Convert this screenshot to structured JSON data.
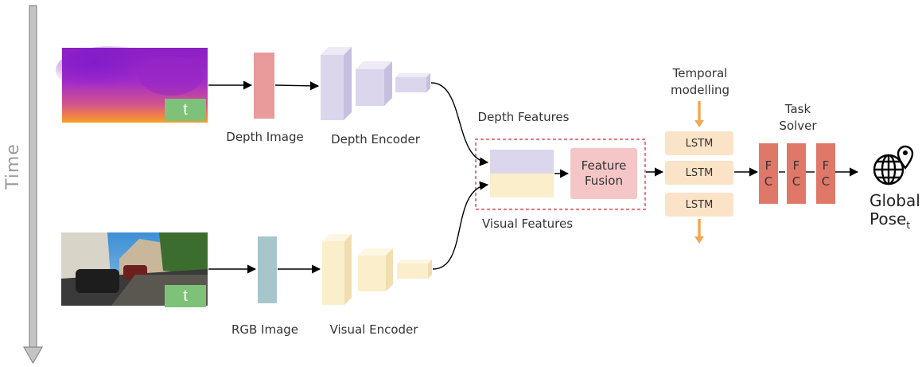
{
  "axis": {
    "label": "Time"
  },
  "depth_branch": {
    "frame_badge": "t",
    "image_label": "Depth Image",
    "encoder_label": "Depth Encoder",
    "features_label": "Depth Features"
  },
  "rgb_branch": {
    "frame_badge": "t",
    "image_label": "RGB Image",
    "encoder_label": "Visual Encoder",
    "features_label": "Visual Features"
  },
  "fusion": {
    "line1": "Feature",
    "line2": "Fusion"
  },
  "temporal": {
    "title_line1": "Temporal",
    "title_line2": "modelling",
    "cells": [
      "LSTM",
      "LSTM",
      "LSTM"
    ]
  },
  "task_solver": {
    "title_line1": "Task",
    "title_line2": "Solver",
    "layers": [
      {
        "top": "F",
        "bottom": "C"
      },
      {
        "top": "F",
        "bottom": "C"
      },
      {
        "top": "F",
        "bottom": "C"
      }
    ]
  },
  "output": {
    "line1": "Global",
    "line2_main": "Pose",
    "line2_sub": "t",
    "icon": "globe-pin-icon"
  },
  "colors": {
    "depth_slab": "#e99a9a",
    "rgb_slab": "#a7c6cb",
    "depth_encoder": "#dcd6ec",
    "visual_encoder": "#fbeecb",
    "fusion": "#f5c6c6",
    "lstm": "#fbe3c8",
    "fc": "#e0786a",
    "badge": "#7ec27a",
    "dotted_box": "#e27b7b",
    "orange_arrow": "#f0a856"
  }
}
